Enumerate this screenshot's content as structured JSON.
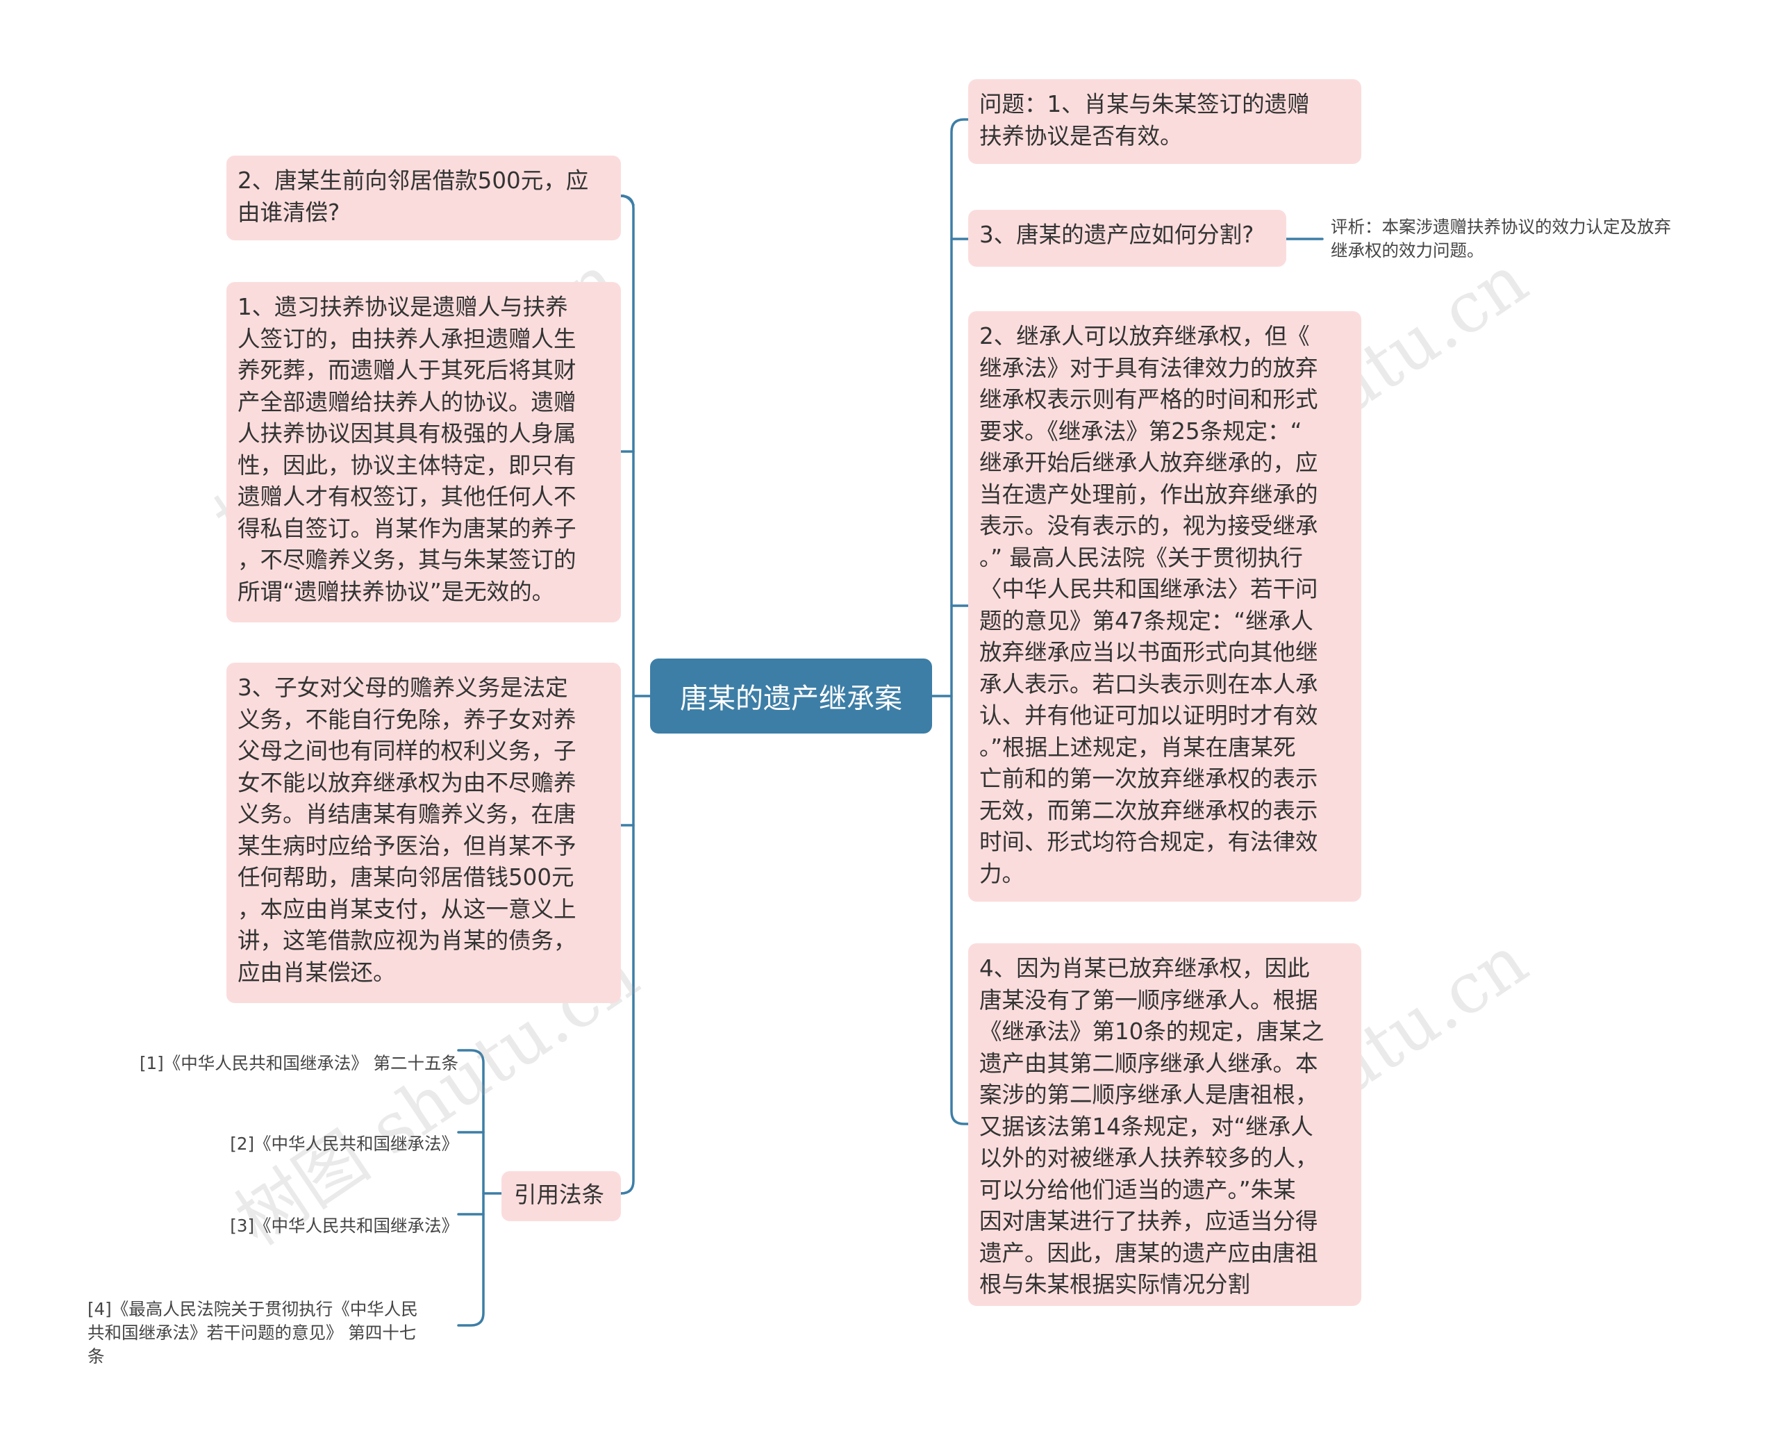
{
  "root": {
    "label": "唐某的遗产继承案"
  },
  "left_nodes": {
    "q2": "2、唐某生前向邻居借款500元，应\n由谁清偿?",
    "a1": "1、遗习扶养协议是遗赠人与扶养\n人签订的，由扶养人承担遗赠人生\n养死葬，而遗赠人于其死后将其财\n产全部遗赠给扶养人的协议。遗赠\n人扶养协议因其具有极强的人身属\n性，因此，协议主体特定，即只有\n遗赠人才有权签订，其他任何人不\n得私自签订。肖某作为唐某的养子\n，不尽赡养义务，其与朱某签订的\n所谓“遗赠扶养协议”是无效的。",
    "a3": "3、子女对父母的赡养义务是法定\n义务，不能自行免除，养子女对养\n父母之间也有同样的权利义务，子\n女不能以放弃继承权为由不尽赡养\n义务。肖结唐某有赡养义务，在唐\n某生病时应给予医治，但肖某不予\n任何帮助，唐某向邻居借钱500元\n，本应由肖某支付，从这一意义上\n讲，这笔借款应视为肖某的债务，\n应由肖某偿还。",
    "refs": "引用法条"
  },
  "references": [
    "[1]《中华人民共和国继承法》 第二十五条",
    "[2]《中华人民共和国继承法》",
    "[3]《中华人民共和国继承法》",
    "[4]《最高人民法院关于贯彻执行《中华人民\n共和国继承法》若干问题的意见》 第四十七\n条"
  ],
  "right_nodes": {
    "q1": "问题：1、肖某与朱某签订的遗赠\n扶养协议是否有效。",
    "q3": "3、唐某的遗产应如何分割?",
    "q3_note": "评析：本案涉遗赠扶养协议的效力认定及放弃\n继承权的效力问题。",
    "a2": "2、继承人可以放弃继承权，但《\n继承法》对于具有法律效力的放弃\n继承权表示则有严格的时间和形式\n要求。《继承法》第25条规定：“\n继承开始后继承人放弃继承的，应\n当在遗产处理前，作出放弃继承的\n表示。没有表示的，视为接受继承\n。” 最高人民法院《关于贯彻执行\n〈中华人民共和国继承法〉若干问\n题的意见》第47条规定：“继承人\n放弃继承应当以书面形式向其他继\n承人表示。若口头表示则在本人承\n认、并有他证可加以证明时才有效\n。”根据上述规定，肖某在唐某死\n亡前和的第一次放弃继承权的表示\n无效，而第二次放弃继承权的表示\n时间、形式均符合规定，有法律效\n力。",
    "a4": "4、因为肖某已放弃继承权，因此\n唐某没有了第一顺序继承人。根据\n《继承法》第10条的规定，唐某之\n遗产由其第二顺序继承人继承。本\n案涉的第二顺序继承人是唐祖根，\n又据该法第14条规定，对“继承人\n以外的对被继承人扶养较多的人，\n可以分给他们适当的遗产。”朱某\n因对唐某进行了扶养，应适当分得\n遗产。因此，唐某的遗产应由唐祖\n根与朱某根据实际情况分割"
  },
  "watermark": [
    "树图 shutu.cn",
    "树图 shutu.cn",
    "树图 shutu.cn",
    "树图 shutu.cn"
  ],
  "colors": {
    "node_bg": "#fbdcdc",
    "root_bg": "#3d7ea6",
    "line": "#3d7ea6"
  }
}
